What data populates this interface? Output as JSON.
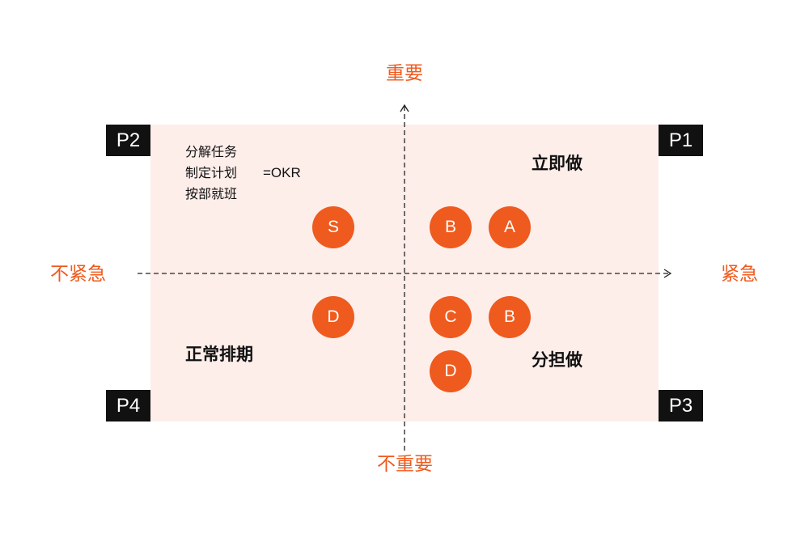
{
  "axes": {
    "top_label": "重要",
    "bottom_label": "不重要",
    "left_label": "不紧急",
    "right_label": "紧急"
  },
  "quadrants": {
    "p1": {
      "tag": "P1",
      "action": "立即做"
    },
    "p2": {
      "tag": "P2",
      "notes": [
        "分解任务",
        "制定计划",
        "按部就班"
      ],
      "okr_note": "=OKR"
    },
    "p3": {
      "tag": "P3",
      "action": "分担做"
    },
    "p4": {
      "tag": "P4",
      "action": "正常排期"
    }
  },
  "badges": [
    "S",
    "B",
    "A",
    "D",
    "C",
    "B",
    "D"
  ],
  "colors": {
    "accent": "#ef5a1e",
    "field": "#fdeeea",
    "tag_bg": "#111111"
  }
}
